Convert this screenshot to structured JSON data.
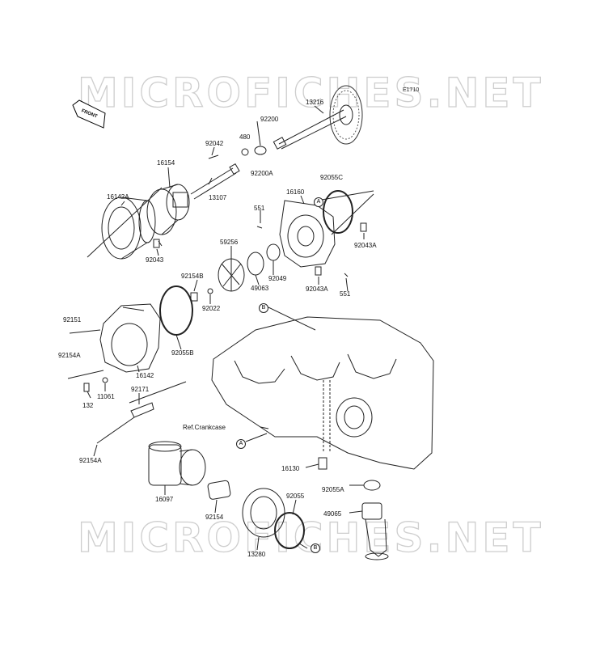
{
  "watermark": {
    "text": "MICROFICHES.NET"
  },
  "diagram_code": "E1710",
  "front_label": "FRONT",
  "ref_text": "Ref.Crankcase",
  "callout_markers": {
    "a": "A",
    "b": "B"
  },
  "parts": [
    {
      "id": "13216",
      "label": "13216"
    },
    {
      "id": "92200",
      "label": "92200"
    },
    {
      "id": "480",
      "label": "480"
    },
    {
      "id": "92200A",
      "label": "92200A"
    },
    {
      "id": "92042",
      "label": "92042"
    },
    {
      "id": "16154",
      "label": "16154"
    },
    {
      "id": "13107",
      "label": "13107"
    },
    {
      "id": "16142A",
      "label": "16142A"
    },
    {
      "id": "92043",
      "label": "92043"
    },
    {
      "id": "16160",
      "label": "16160"
    },
    {
      "id": "92055C",
      "label": "92055C"
    },
    {
      "id": "551a",
      "label": "551"
    },
    {
      "id": "59256",
      "label": "59256"
    },
    {
      "id": "92043A-upper",
      "label": "92043A"
    },
    {
      "id": "92154B",
      "label": "92154B"
    },
    {
      "id": "49063",
      "label": "49063"
    },
    {
      "id": "92049",
      "label": "92049"
    },
    {
      "id": "92043A-lower",
      "label": "92043A"
    },
    {
      "id": "551b",
      "label": "551"
    },
    {
      "id": "92022",
      "label": "92022"
    },
    {
      "id": "92151",
      "label": "92151"
    },
    {
      "id": "92055B",
      "label": "92055B"
    },
    {
      "id": "92154A-upper",
      "label": "92154A"
    },
    {
      "id": "16142",
      "label": "16142"
    },
    {
      "id": "11061",
      "label": "11061"
    },
    {
      "id": "132",
      "label": "132"
    },
    {
      "id": "92171",
      "label": "92171"
    },
    {
      "id": "92154A-lower",
      "label": "92154A"
    },
    {
      "id": "16130",
      "label": "16130"
    },
    {
      "id": "92055A",
      "label": "92055A"
    },
    {
      "id": "16097",
      "label": "16097"
    },
    {
      "id": "92055",
      "label": "92055"
    },
    {
      "id": "49065",
      "label": "49065"
    },
    {
      "id": "92154",
      "label": "92154"
    },
    {
      "id": "13280",
      "label": "13280"
    }
  ]
}
